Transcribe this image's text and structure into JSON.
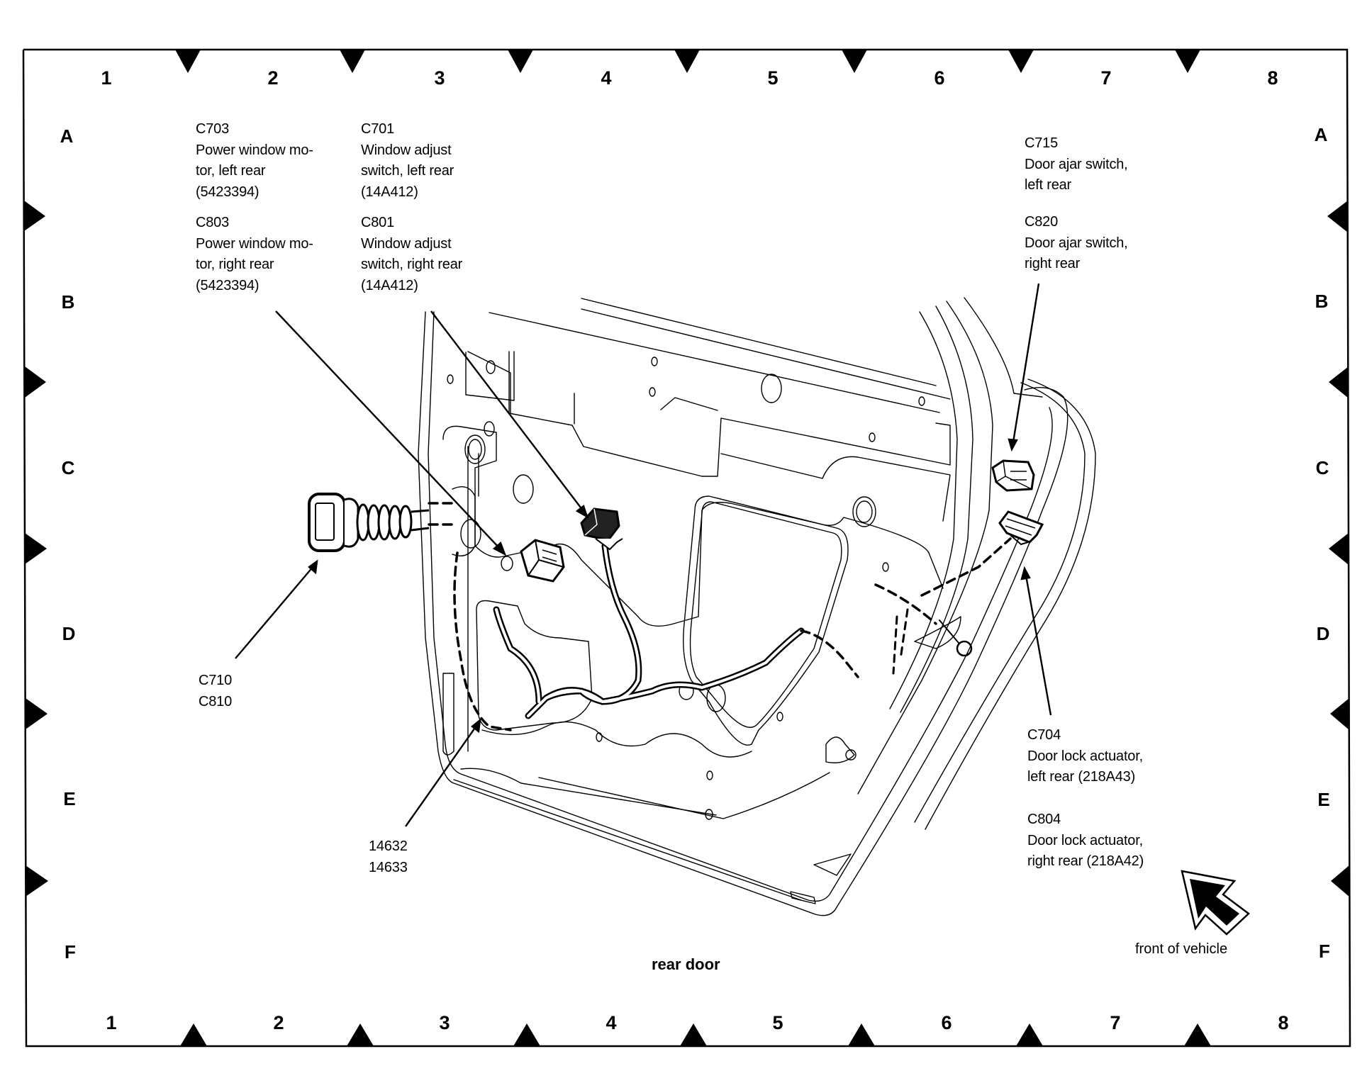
{
  "diagram": {
    "title": "rear door",
    "orientation_label": "front of vehicle",
    "grid": {
      "columns": [
        "1",
        "2",
        "3",
        "4",
        "5",
        "6",
        "7",
        "8"
      ],
      "rows": [
        "A",
        "B",
        "C",
        "D",
        "E",
        "F"
      ]
    },
    "callouts": {
      "c703": {
        "code": "C703",
        "lines": [
          "Power window mo-",
          "tor, left rear",
          "(5423394)"
        ]
      },
      "c803": {
        "code": "C803",
        "lines": [
          "Power window mo-",
          "tor, right rear",
          "(5423394)"
        ]
      },
      "c701": {
        "code": "C701",
        "lines": [
          "Window adjust",
          "switch, left rear",
          "(14A412)"
        ]
      },
      "c801": {
        "code": "C801",
        "lines": [
          "Window adjust",
          "switch, right rear",
          "(14A412)"
        ]
      },
      "c715": {
        "code": "C715",
        "lines": [
          "Door ajar switch,",
          "left rear"
        ]
      },
      "c820": {
        "code": "C820",
        "lines": [
          "Door ajar switch,",
          "right rear"
        ]
      },
      "c710": {
        "code": "C710"
      },
      "c810": {
        "code": "C810"
      },
      "h14632": {
        "code": "14632"
      },
      "h14633": {
        "code": "14633"
      },
      "c704": {
        "code": "C704",
        "lines": [
          "Door lock actuator,",
          "left rear (218A43)"
        ]
      },
      "c804": {
        "code": "C804",
        "lines": [
          "Door lock actuator,",
          "right rear (218A42)"
        ]
      }
    },
    "icons": {
      "direction_arrow": "front-of-vehicle-arrow-icon",
      "grid_markers": "triangle-marker-icon"
    },
    "colors": {
      "ink": "#000000",
      "paper": "#ffffff"
    }
  }
}
